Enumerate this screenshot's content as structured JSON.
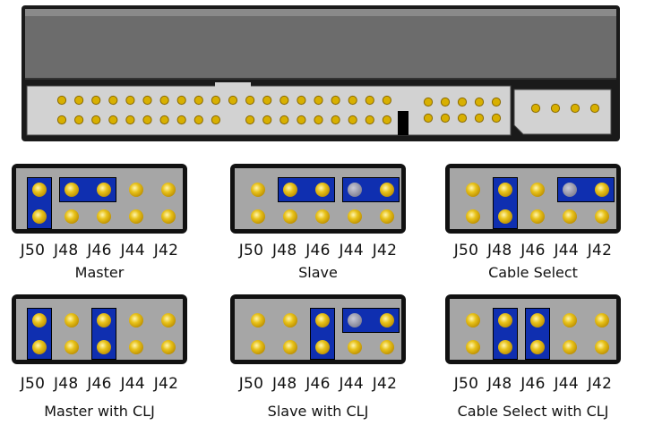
{
  "pin_labels": [
    "J50",
    "J48",
    "J46",
    "J44",
    "J42"
  ],
  "colors": {
    "pin": "#e8c21a",
    "pin_missing": "#8e8ea0",
    "jumper": "#0f2fb0",
    "panel": "#a6a6a6"
  },
  "configurations": [
    {
      "caption": "Master",
      "jumpers": [
        {
          "col": 0,
          "rows": [
            0,
            1
          ]
        },
        {
          "cols": [
            1,
            2
          ],
          "row": 0
        }
      ],
      "missing_pins": []
    },
    {
      "caption": "Slave",
      "jumpers": [
        {
          "cols": [
            1,
            2
          ],
          "row": 0
        },
        {
          "cols": [
            3,
            4
          ],
          "row": 0
        }
      ],
      "missing_pins": [
        [
          3,
          0
        ]
      ]
    },
    {
      "caption": "Cable Select",
      "jumpers": [
        {
          "col": 1,
          "rows": [
            0,
            1
          ]
        },
        {
          "cols": [
            3,
            4
          ],
          "row": 0
        }
      ],
      "missing_pins": [
        [
          3,
          0
        ]
      ]
    },
    {
      "caption": "Master with CLJ",
      "jumpers": [
        {
          "col": 0,
          "rows": [
            0,
            1
          ]
        },
        {
          "col": 2,
          "rows": [
            0,
            1
          ]
        }
      ],
      "missing_pins": []
    },
    {
      "caption": "Slave with CLJ",
      "jumpers": [
        {
          "col": 2,
          "rows": [
            0,
            1
          ]
        },
        {
          "cols": [
            3,
            4
          ],
          "row": 0
        }
      ],
      "missing_pins": [
        [
          3,
          0
        ]
      ]
    },
    {
      "caption": "Cable Select with CLJ",
      "jumpers": [
        {
          "col": 1,
          "rows": [
            0,
            1
          ]
        },
        {
          "col": 2,
          "rows": [
            0,
            1
          ]
        }
      ],
      "missing_pins": []
    }
  ]
}
